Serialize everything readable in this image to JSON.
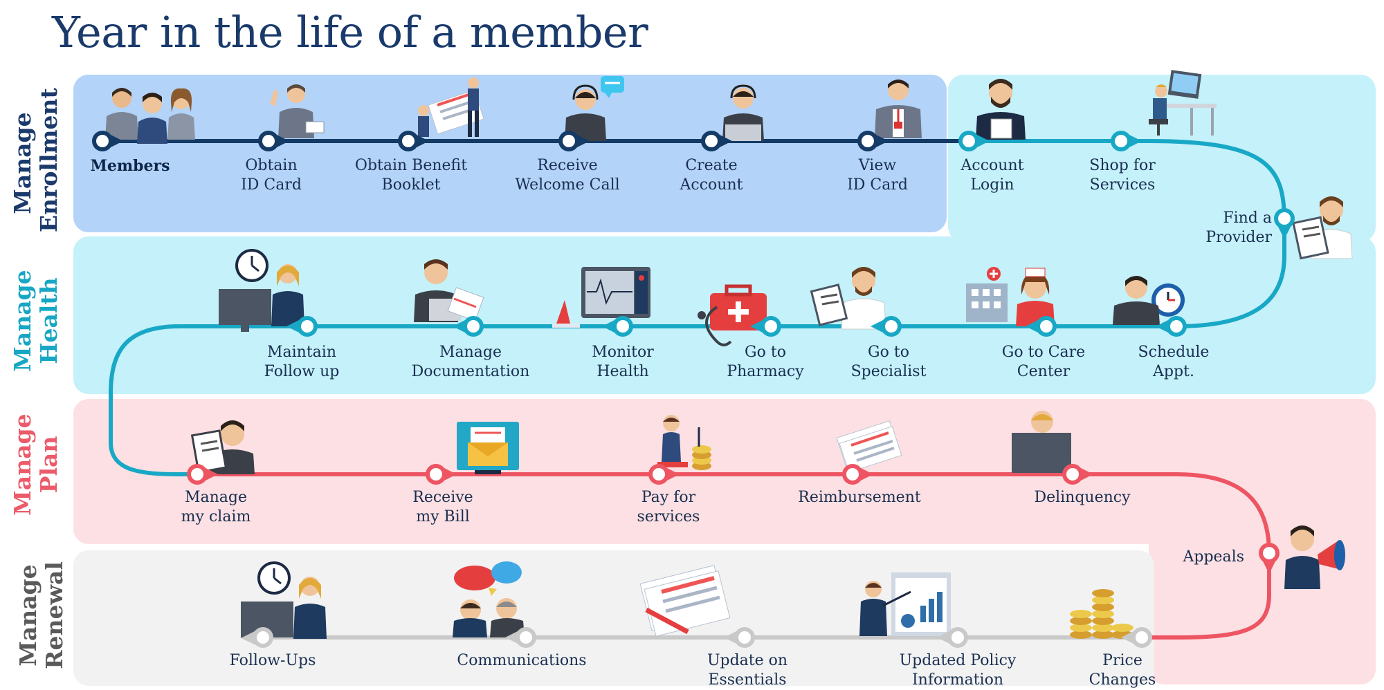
{
  "title": "Year in the life of a member",
  "colors": {
    "title": "#1a3a6b",
    "enrollment_bg": "#b3d3f8",
    "health_bg": "#c4f1fa",
    "plan_bg": "#fde0e3",
    "renewal_bg": "#f2f2f2",
    "path_enrollment": "#143a66",
    "path_health": "#18a8c6",
    "path_plan": "#ee5563",
    "path_renewal": "#c9c9c9",
    "label_enrollment": "#1a3a6b",
    "label_health": "#17a7c4",
    "label_plan": "#ec5b6a",
    "label_renewal": "#5a5a5a"
  },
  "bands": [
    {
      "id": "enrollment",
      "line1": "Manage",
      "line2": "Enrollment"
    },
    {
      "id": "health",
      "line1": "Manage",
      "line2": "Health"
    },
    {
      "id": "plan",
      "line1": "Manage",
      "line2": "Plan"
    },
    {
      "id": "renewal",
      "line1": "Manage",
      "line2": "Renewal"
    }
  ],
  "steps": [
    {
      "id": "members",
      "line1": "Members",
      "line2": "",
      "icon": "group-of-people-icon",
      "stage": "enrollment"
    },
    {
      "id": "obtain-id-card",
      "line1": "Obtain",
      "line2": "ID Card",
      "icon": "man-holding-card-icon",
      "stage": "enrollment"
    },
    {
      "id": "obtain-benefit-booklet",
      "line1": "Obtain Benefit",
      "line2": "Booklet",
      "icon": "booklet-icon",
      "stage": "enrollment"
    },
    {
      "id": "receive-welcome-call",
      "line1": "Receive",
      "line2": "Welcome Call",
      "icon": "headset-agent-icon",
      "stage": "enrollment"
    },
    {
      "id": "create-account",
      "line1": "Create",
      "line2": "Account",
      "icon": "laptop-agent-icon",
      "stage": "enrollment"
    },
    {
      "id": "view-id-card",
      "line1": "View",
      "line2": "ID Card",
      "icon": "badge-man-icon",
      "stage": "enrollment"
    },
    {
      "id": "account-login",
      "line1": "Account",
      "line2": "Login",
      "icon": "bearded-man-tablet-icon",
      "stage": "health"
    },
    {
      "id": "shop-for-services",
      "line1": "Shop for",
      "line2": "Services",
      "icon": "desk-workstation-icon",
      "stage": "health"
    },
    {
      "id": "find-a-provider",
      "line1": "Find a",
      "line2": "Provider",
      "icon": "doctor-clipboard-icon",
      "stage": "health"
    },
    {
      "id": "schedule-appt",
      "line1": "Schedule",
      "line2": "Appt.",
      "icon": "man-clock-icon",
      "stage": "health"
    },
    {
      "id": "go-to-care-center",
      "line1": "Go to Care",
      "line2": "Center",
      "icon": "hospital-nurse-icon",
      "stage": "health"
    },
    {
      "id": "go-to-specialist",
      "line1": "Go to",
      "line2": "Specialist",
      "icon": "doctor-icon",
      "stage": "health"
    },
    {
      "id": "go-to-pharmacy",
      "line1": "Go to",
      "line2": "Pharmacy",
      "icon": "medical-kit-icon",
      "stage": "health"
    },
    {
      "id": "monitor-health",
      "line1": "Monitor",
      "line2": "Health",
      "icon": "health-monitor-icon",
      "stage": "health"
    },
    {
      "id": "manage-documentation",
      "line1": "Manage",
      "line2": "Documentation",
      "icon": "laptop-documents-icon",
      "stage": "health"
    },
    {
      "id": "maintain-follow-up",
      "line1": "Maintain",
      "line2": "Follow up",
      "icon": "woman-computer-clock-icon",
      "stage": "health"
    },
    {
      "id": "manage-my-claim",
      "line1": "Manage",
      "line2": "my claim",
      "icon": "man-clipboard-icon",
      "stage": "plan"
    },
    {
      "id": "receive-my-bill",
      "line1": "Receive",
      "line2": "my Bill",
      "icon": "email-monitor-icon",
      "stage": "plan"
    },
    {
      "id": "pay-for-services",
      "line1": "Pay for",
      "line2": "services",
      "icon": "payment-coins-icon",
      "stage": "plan"
    },
    {
      "id": "reimbursement",
      "line1": "Reimbursement",
      "line2": "",
      "icon": "paper-stack-icon",
      "stage": "plan"
    },
    {
      "id": "delinquency",
      "line1": "Delinquency",
      "line2": "",
      "icon": "man-monitor-icon",
      "stage": "plan"
    },
    {
      "id": "appeals",
      "line1": "Appeals",
      "line2": "",
      "icon": "megaphone-man-icon",
      "stage": "plan"
    },
    {
      "id": "price-changes",
      "line1": "Price",
      "line2": "Changes",
      "icon": "coin-stacks-icon",
      "stage": "renewal"
    },
    {
      "id": "updated-policy-information",
      "line1": "Updated Policy",
      "line2": "Information",
      "icon": "presentation-board-icon",
      "stage": "renewal"
    },
    {
      "id": "update-on-essentials",
      "line1": "Update on",
      "line2": "Essentials",
      "icon": "documents-pencil-icon",
      "stage": "renewal"
    },
    {
      "id": "communications",
      "line1": "Communications",
      "line2": "",
      "icon": "speech-bubbles-icon",
      "stage": "renewal"
    },
    {
      "id": "follow-ups",
      "line1": "Follow-Ups",
      "line2": "",
      "icon": "woman-computer-clock-icon",
      "stage": "renewal"
    }
  ]
}
